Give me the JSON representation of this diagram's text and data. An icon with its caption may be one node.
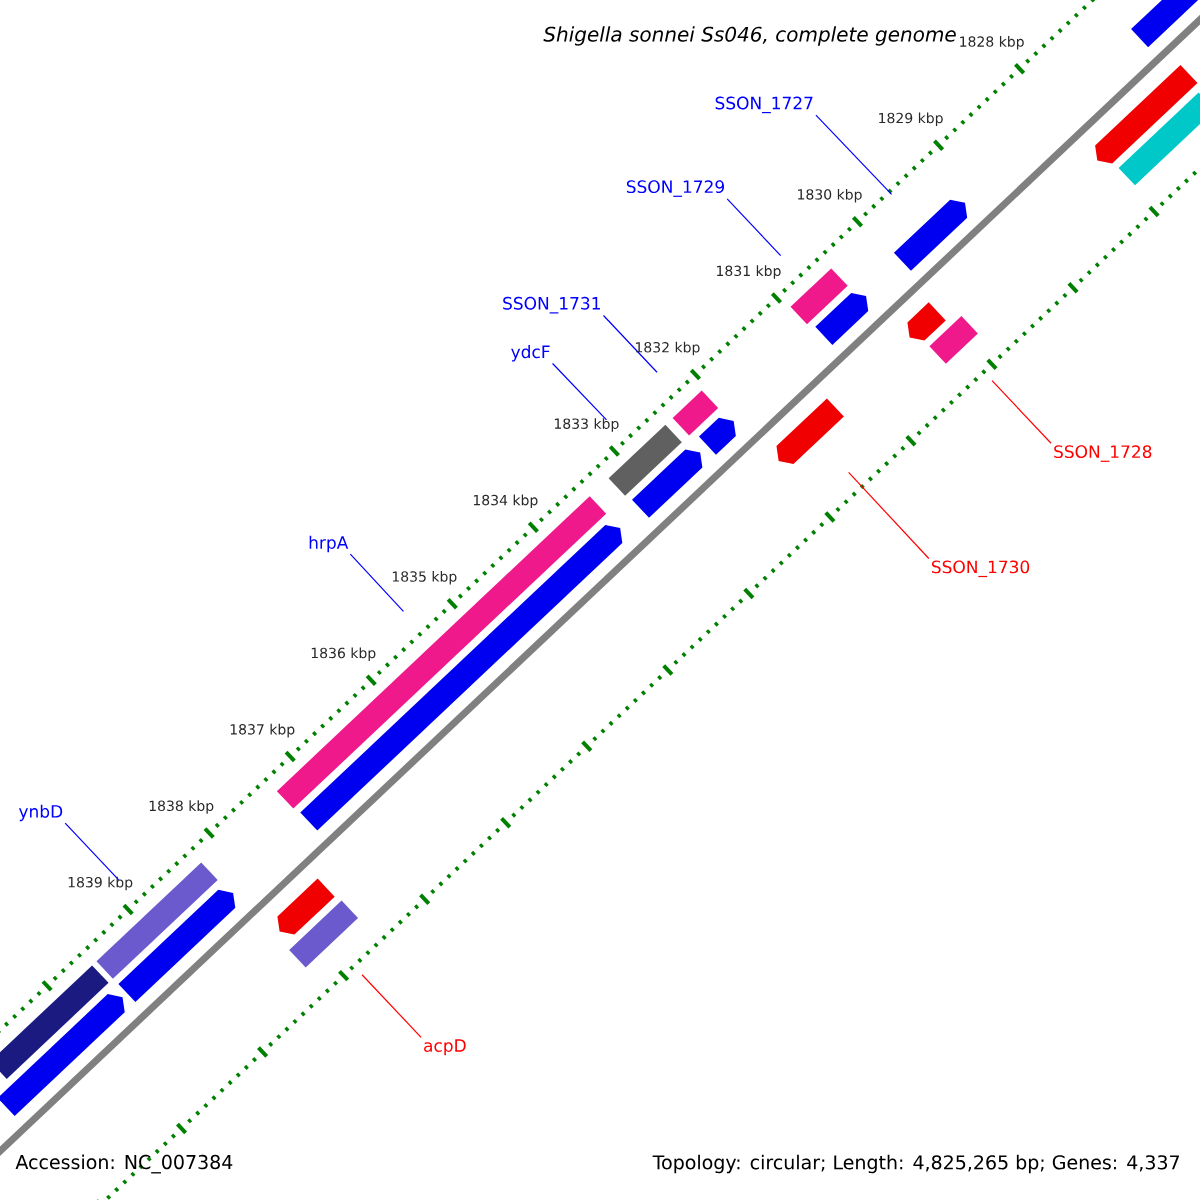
{
  "diagram": {
    "title": "Shigella sonnei Ss046, complete genome",
    "nodes": [
      {
        "text": [
          "SSON_1727"
        ]
      },
      {
        "text": [
          "SSON_1729"
        ]
      },
      {
        "text": [
          "SSON_1731"
        ]
      },
      {
        "text": [
          "ydcF"
        ]
      },
      {
        "text": [
          "hrpA"
        ]
      },
      {
        "text": [
          "ynbD"
        ]
      },
      {
        "text": [
          "SSON_1728"
        ]
      },
      {
        "text": [
          "SSON_1730"
        ]
      },
      {
        "text": [
          "acpD"
        ]
      },
      {
        "text": [],
        "shape": "box"
      },
      {
        "text": [],
        "shape": "bar"
      },
      {
        "text": [],
        "shape": "box"
      },
      {
        "text": [],
        "shape": "bar"
      },
      {
        "text": [],
        "shape": "box"
      },
      {
        "text": [],
        "shape": "bar"
      },
      {
        "text": [],
        "shape": "box"
      },
      {
        "text": [],
        "shape": "bar"
      },
      {
        "text": [],
        "shape": "box"
      },
      {
        "text": [],
        "shape": "bar"
      },
      {
        "text": [],
        "shape": "box"
      },
      {
        "text": [],
        "shape": "bar"
      },
      {
        "text": [],
        "shape": "bar"
      },
      {
        "text": [],
        "shape": "box"
      },
      {
        "text": [],
        "shape": "bar"
      },
      {
        "text": [],
        "shape": "bar"
      },
      {
        "text": [],
        "shape": "box"
      },
      {
        "text": [],
        "shape": "bar"
      },
      {
        "text": [],
        "shape": "box"
      },
      {
        "text": [],
        "shape": "bar"
      },
      {
        "text": [],
        "shape": "bar"
      }
    ],
    "edges": [
      {
        "from": 0,
        "to": 26,
        "arrow": "none"
      },
      {
        "from": 1,
        "to": 22,
        "arrow": "none"
      },
      {
        "from": 2,
        "to": 19,
        "arrow": "none"
      },
      {
        "from": 3,
        "to": 17,
        "arrow": "none"
      },
      {
        "from": 4,
        "to": 15,
        "arrow": "none"
      },
      {
        "from": 5,
        "to": 11,
        "arrow": "none"
      },
      {
        "from": 6,
        "to": 25,
        "arrow": "none",
        "color": "#ff0000"
      },
      {
        "from": 7,
        "to": 21,
        "arrow": "none",
        "color": "#ff0000"
      },
      {
        "from": 8,
        "to": 13,
        "arrow": "none",
        "color": "#ff0000"
      }
    ],
    "labels": [
      "1828 kbp",
      "1829 kbp",
      "1830 kbp",
      "1831 kbp",
      "1832 kbp",
      "1833 kbp",
      "1834 kbp",
      "1835 kbp",
      "1836 kbp",
      "1837 kbp",
      "1838 kbp",
      "1839 kbp",
      "Accession: NC_007384",
      "Topology: circular; Length: 4,825,265 bp; Genes: 4,337"
    ]
  }
}
